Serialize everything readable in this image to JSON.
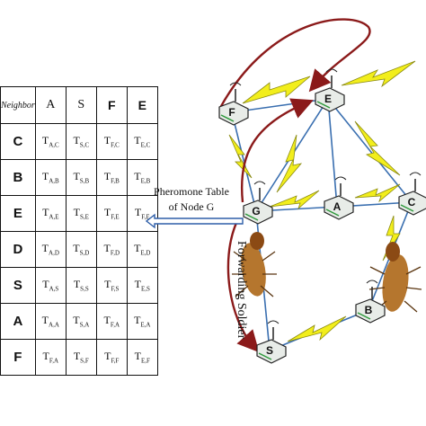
{
  "table": {
    "corner_label": "Neighbor",
    "columns": [
      "A",
      "S",
      "F",
      "E"
    ],
    "rows": [
      {
        "node": "C",
        "cells": [
          "A,C",
          "S,C",
          "F,C",
          "E,C"
        ]
      },
      {
        "node": "B",
        "cells": [
          "A,B",
          "S,B",
          "F,B",
          "E,B"
        ]
      },
      {
        "node": "E",
        "cells": [
          "A,E",
          "S,E",
          "F,E",
          "F,E"
        ]
      },
      {
        "node": "D",
        "cells": [
          "A,D",
          "S,D",
          "F,D",
          "E,D"
        ]
      },
      {
        "node": "S",
        "cells": [
          "A,S",
          "S,S",
          "F,S",
          "E,S"
        ]
      },
      {
        "node": "A",
        "cells": [
          "A,A",
          "S,A",
          "F,A",
          "E,A"
        ]
      },
      {
        "node": "F",
        "cells": [
          "F,A",
          "S,F",
          "F,F",
          "E,F"
        ]
      }
    ],
    "cell_symbol": "T"
  },
  "caption": {
    "line1": "Pheromone Table",
    "line2": "of Node G"
  },
  "nodes": [
    "F",
    "E",
    "G",
    "A",
    "C",
    "B",
    "S"
  ],
  "termite_label": "Forwarding Soldier",
  "colors": {
    "link": "#3a6fb0",
    "lightning": "#f2ee1c",
    "arrow": "#8b1a1a",
    "caption_arrow": "#2e5ea8"
  }
}
